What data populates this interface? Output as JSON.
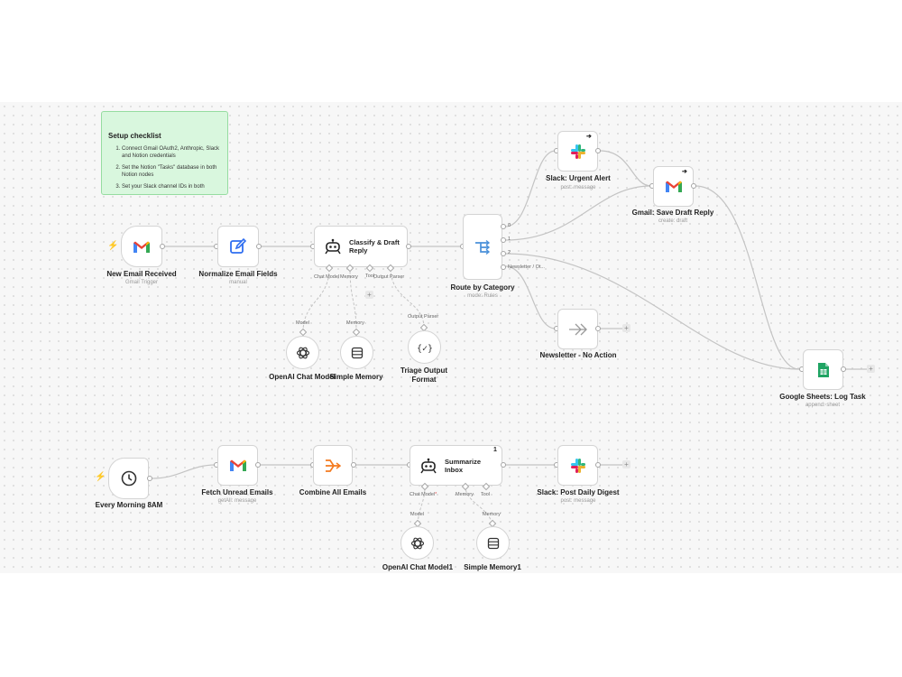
{
  "note": {
    "title": "Setup checklist",
    "items": [
      "Connect Gmail OAuth2, Anthropic, Slack and Notion credentials",
      "Set the Notion \"Tasks\" database in both Notion nodes",
      "Set your Slack channel IDs in both"
    ]
  },
  "nodes": {
    "new_email": {
      "label": "New Email Received",
      "sub": "Gmail Trigger"
    },
    "normalize": {
      "label": "Normalize Email Fields",
      "sub": "manual"
    },
    "classify": {
      "label": "Classify & Draft Reply"
    },
    "route": {
      "label": "Route by Category",
      "sub": "mode: Rules"
    },
    "slack_urgent": {
      "label": "Slack: Urgent Alert",
      "sub": "post: message"
    },
    "gmail_draft": {
      "label": "Gmail: Save Draft Reply",
      "sub": "create: draft"
    },
    "newsletter": {
      "label": "Newsletter - No Action"
    },
    "sheets": {
      "label": "Google Sheets: Log Task",
      "sub": "append: sheet"
    },
    "openai1": {
      "label": "OpenAI Chat Model"
    },
    "memory1": {
      "label": "Simple Memory"
    },
    "triage": {
      "label": "Triage Output Format"
    },
    "morning": {
      "label": "Every Morning 8AM"
    },
    "fetch": {
      "label": "Fetch Unread Emails",
      "sub": "getAll: message"
    },
    "combine": {
      "label": "Combine All Emails"
    },
    "summarize": {
      "label": "Summarize Inbox",
      "badge": "1"
    },
    "slack_digest": {
      "label": "Slack: Post Daily Digest",
      "sub": "post: message"
    },
    "openai2": {
      "label": "OpenAI Chat Model1"
    },
    "memory2": {
      "label": "Simple Memory1"
    }
  },
  "ports": {
    "classify": [
      "Chat Model",
      "Memory",
      "Tool",
      "Output Parser"
    ],
    "classify_targets": [
      "Model",
      "Memory",
      "Output Parser"
    ],
    "route_outputs": [
      "0",
      "1",
      "2",
      "Newsletter / Ot..."
    ],
    "summarize": [
      "Chat Model",
      "Memory",
      "Tool"
    ],
    "summarize_required": "*",
    "summarize_targets": [
      "Model",
      "Memory"
    ]
  },
  "icons": {
    "gmail": "gmail-icon",
    "edit": "edit-icon",
    "robot": "robot-icon",
    "switch": "switch-icon",
    "slack": "slack-icon",
    "sheets": "google-sheets-icon",
    "arrow": "no-op-arrow-icon",
    "openai": "openai-icon",
    "memory": "memory-icon",
    "parser": "output-parser-icon",
    "clock": "clock-icon",
    "merge": "merge-icon",
    "bolt": "trigger-bolt-icon",
    "plus": "add-icon"
  },
  "colors": {
    "trigger_bolt": "#f47a1f",
    "note_bg": "#d9f7de",
    "edge": "#c4c4c4",
    "switch_blue": "#4a90d9",
    "merge_orange": "#f47a1f",
    "edit_blue": "#2f6ef0",
    "sheets_green": "#1fa463"
  },
  "plus_label": "+"
}
